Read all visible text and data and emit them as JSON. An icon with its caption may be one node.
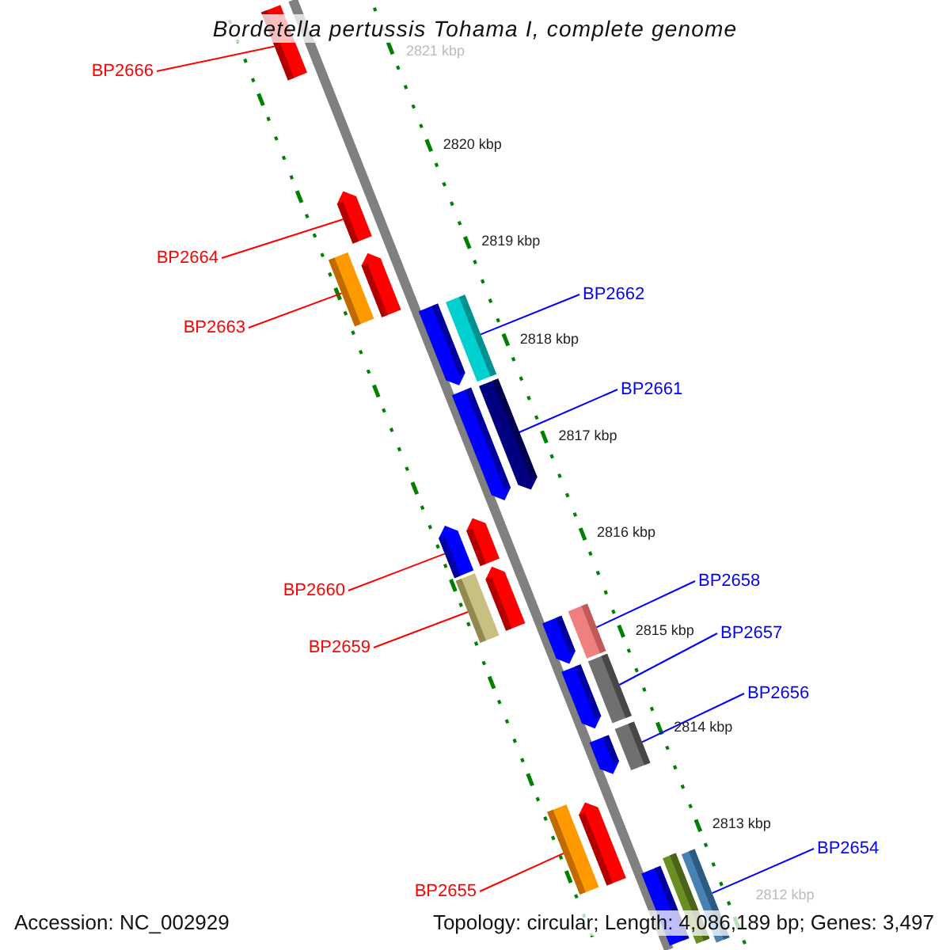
{
  "diagram": {
    "title": "Bordetella pertussis Tohama I, complete genome",
    "nodes": [
      {
        "text": [
          "BP2666"
        ]
      },
      {
        "text": [],
        "shape": "box"
      },
      {
        "text": [
          "BP2664"
        ]
      },
      {
        "text": [],
        "shape": "arrow"
      },
      {
        "text": [
          "BP2663"
        ]
      },
      {
        "text": [],
        "shape": "box"
      },
      {
        "text": [
          "BP2662"
        ]
      },
      {
        "text": [],
        "shape": "box"
      },
      {
        "text": [
          "BP2661"
        ]
      },
      {
        "text": [],
        "shape": "arrow"
      },
      {
        "text": [
          "BP2660"
        ]
      },
      {
        "text": [],
        "shape": "arrow"
      },
      {
        "text": [
          "BP2659"
        ]
      },
      {
        "text": [],
        "shape": "box"
      },
      {
        "text": [
          "BP2658"
        ]
      },
      {
        "text": [],
        "shape": "box"
      },
      {
        "text": [
          "BP2657"
        ]
      },
      {
        "text": [],
        "shape": "box"
      },
      {
        "text": [
          "BP2656"
        ]
      },
      {
        "text": [],
        "shape": "box"
      },
      {
        "text": [
          "BP2655"
        ]
      },
      {
        "text": [],
        "shape": "box"
      },
      {
        "text": [
          "BP2654"
        ]
      },
      {
        "text": [],
        "shape": "box"
      },
      {
        "text": [],
        "shape": "arrow"
      },
      {
        "text": [],
        "shape": "arrow"
      },
      {
        "text": [],
        "shape": "arrow"
      },
      {
        "text": [],
        "shape": "arrow"
      },
      {
        "text": [],
        "shape": "arrow"
      },
      {
        "text": [],
        "shape": "arrow"
      },
      {
        "text": [],
        "shape": "arrow"
      },
      {
        "text": [],
        "shape": "arrow"
      },
      {
        "text": [],
        "shape": "arrow"
      },
      {
        "text": [],
        "shape": "box"
      },
      {
        "text": [],
        "shape": "box"
      }
    ],
    "edges": [
      {
        "from": 0,
        "to": 1,
        "arrow": "none"
      },
      {
        "from": 2,
        "to": 3,
        "arrow": "none"
      },
      {
        "from": 4,
        "to": 5,
        "arrow": "none"
      },
      {
        "from": 6,
        "to": 7,
        "arrow": "none",
        "color": "#0000ff"
      },
      {
        "from": 8,
        "to": 9,
        "arrow": "none",
        "color": "#0000ff"
      },
      {
        "from": 10,
        "to": 11,
        "arrow": "none"
      },
      {
        "from": 12,
        "to": 13,
        "arrow": "none"
      },
      {
        "from": 14,
        "to": 15,
        "arrow": "none",
        "color": "#0000ff"
      },
      {
        "from": 16,
        "to": 17,
        "arrow": "none",
        "color": "#0000ff"
      },
      {
        "from": 18,
        "to": 19,
        "arrow": "none",
        "color": "#0000ff"
      },
      {
        "from": 20,
        "to": 21,
        "arrow": "none"
      },
      {
        "from": 22,
        "to": 23,
        "arrow": "none",
        "color": "#0000ff"
      }
    ],
    "labels": [
      "2821 kbp",
      "2820 kbp",
      "2819 kbp",
      "2818 kbp",
      "2817 kbp",
      "2816 kbp",
      "2815 kbp",
      "2814 kbp",
      "2813 kbp",
      "2812 kbp",
      "Accession: NC_002929",
      "Topology: circular; Length: 4,086,189 bp; Genes: 3,497"
    ]
  }
}
